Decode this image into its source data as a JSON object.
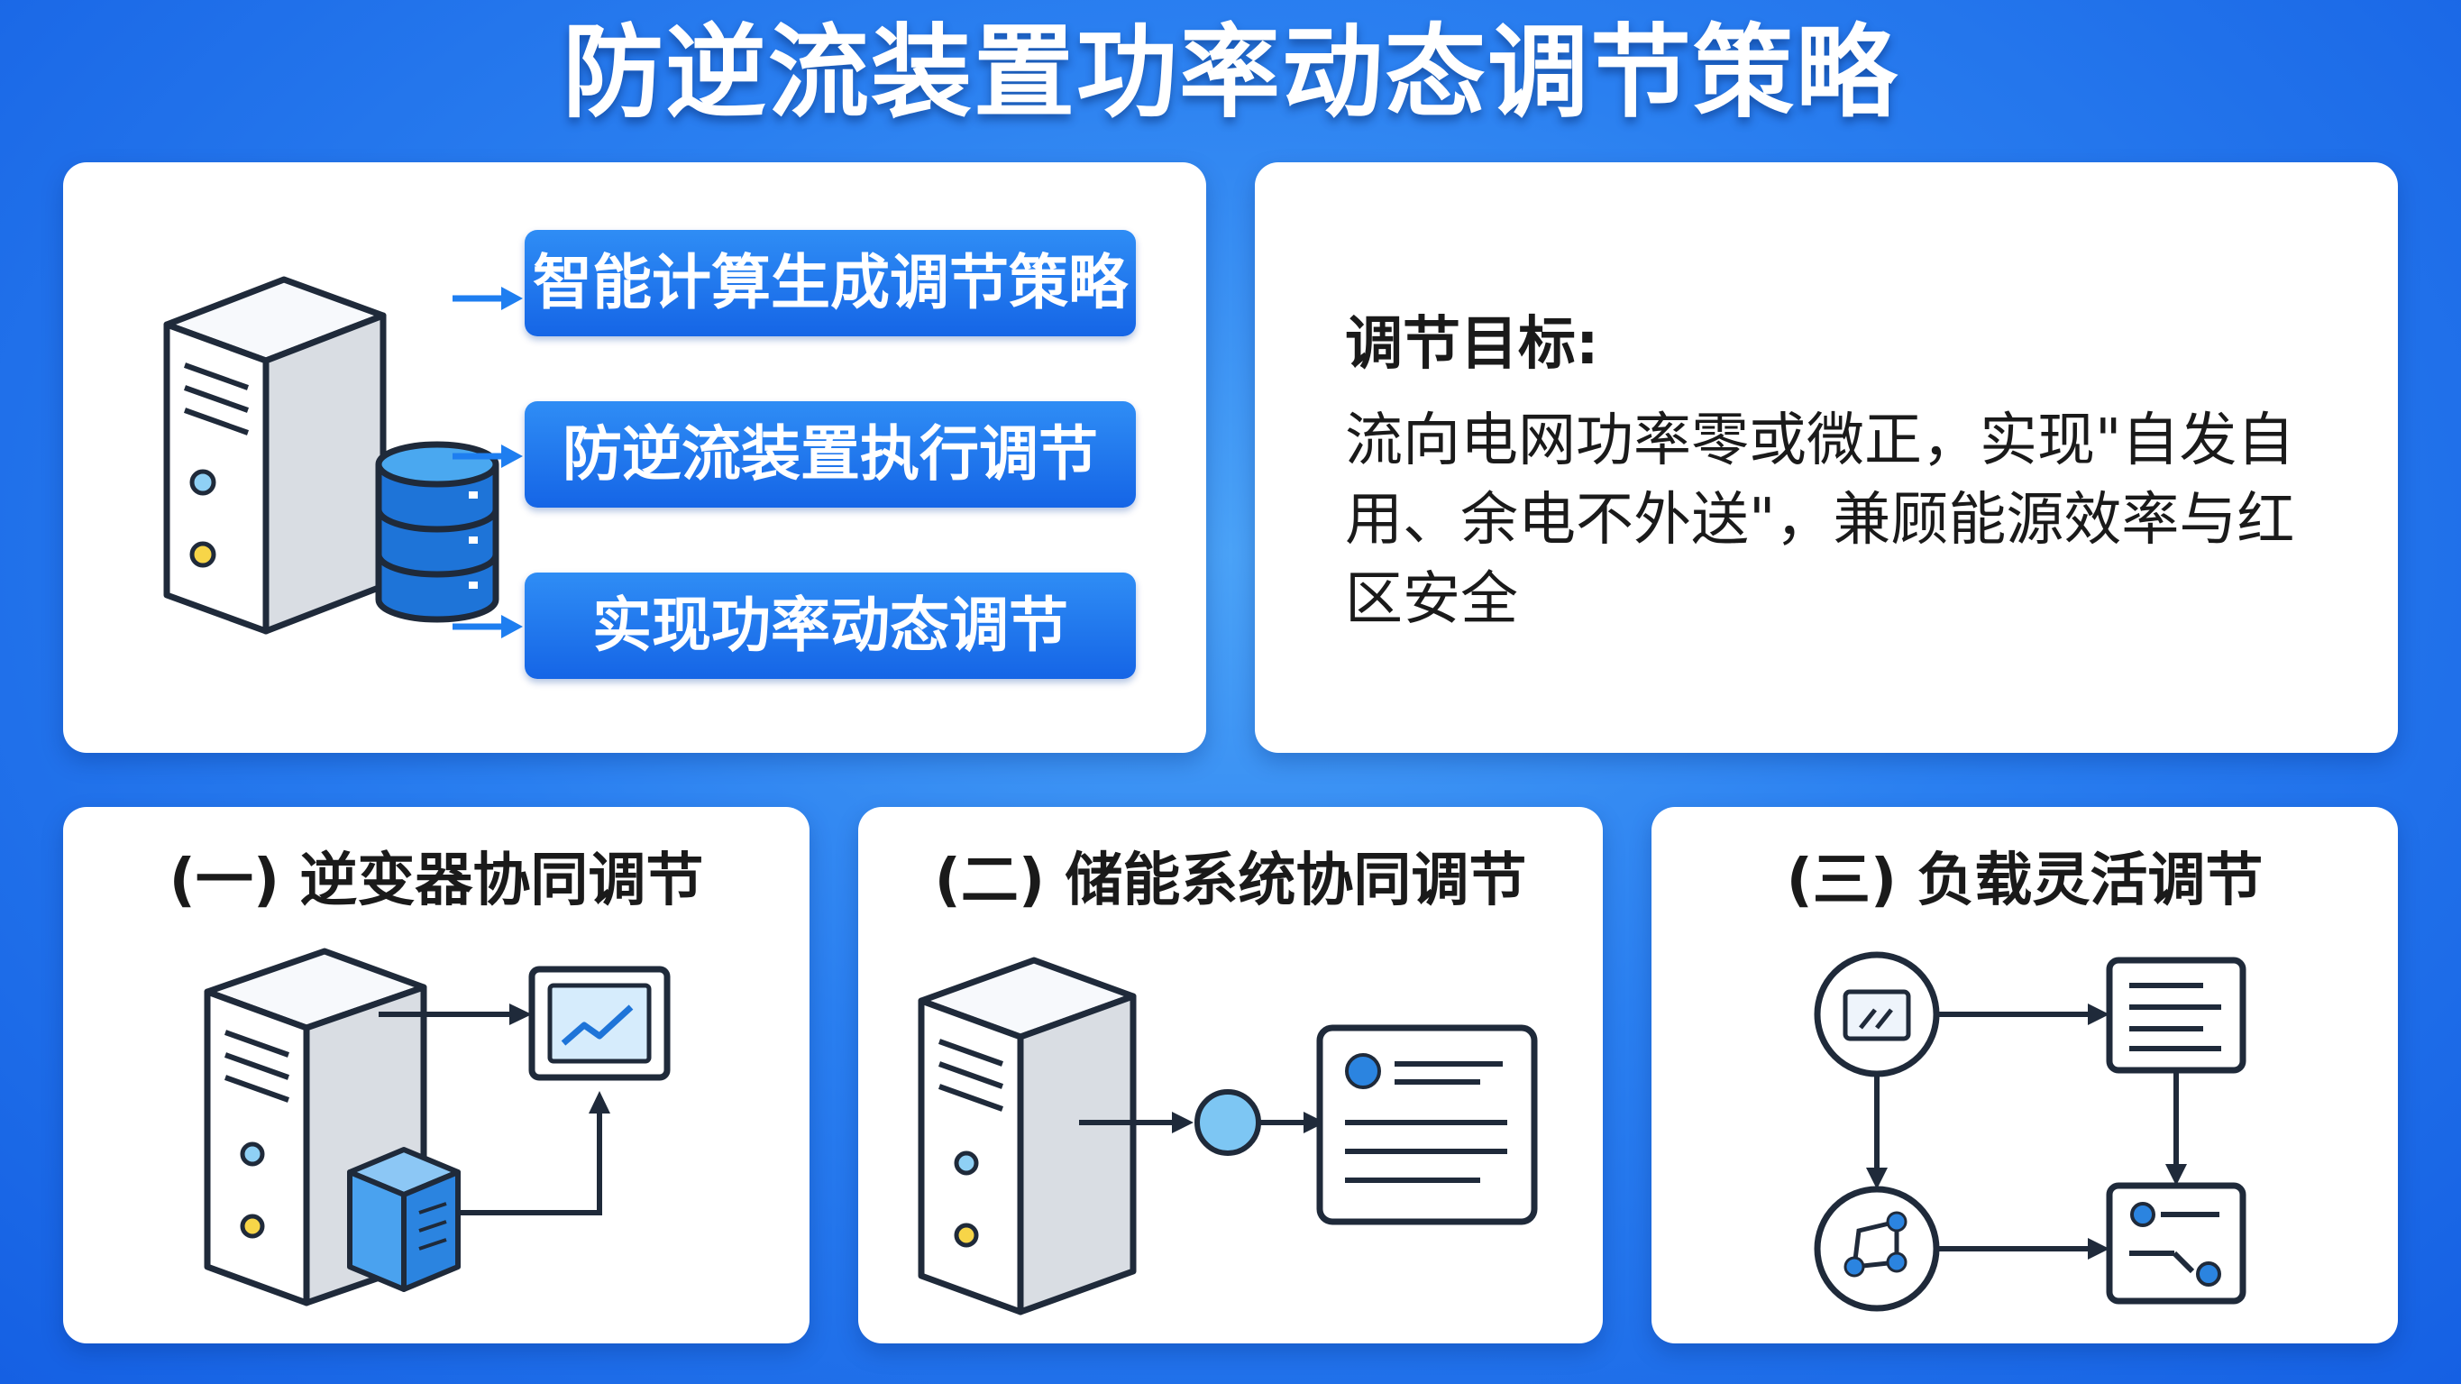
{
  "title": "防逆流装置功率动态调节策略",
  "strategy": {
    "steps": [
      "智能计算生成调节策略",
      "防逆流装置执行调节",
      "实现功率动态调节"
    ]
  },
  "goal": {
    "heading": "调节目标:",
    "text": "流向电网功率零或微正，实现\"自发自用、余电不外送\"，兼顾能源效率与红区安全"
  },
  "methods": [
    {
      "title": "(一) 逆变器协同调节"
    },
    {
      "title": "(二) 储能系统协同调节"
    },
    {
      "title": "(三) 负载灵活调节"
    }
  ],
  "colors": {
    "primary": "#1e7ef0",
    "dark": "#1a1a1a",
    "accent": "#2f8df5"
  }
}
